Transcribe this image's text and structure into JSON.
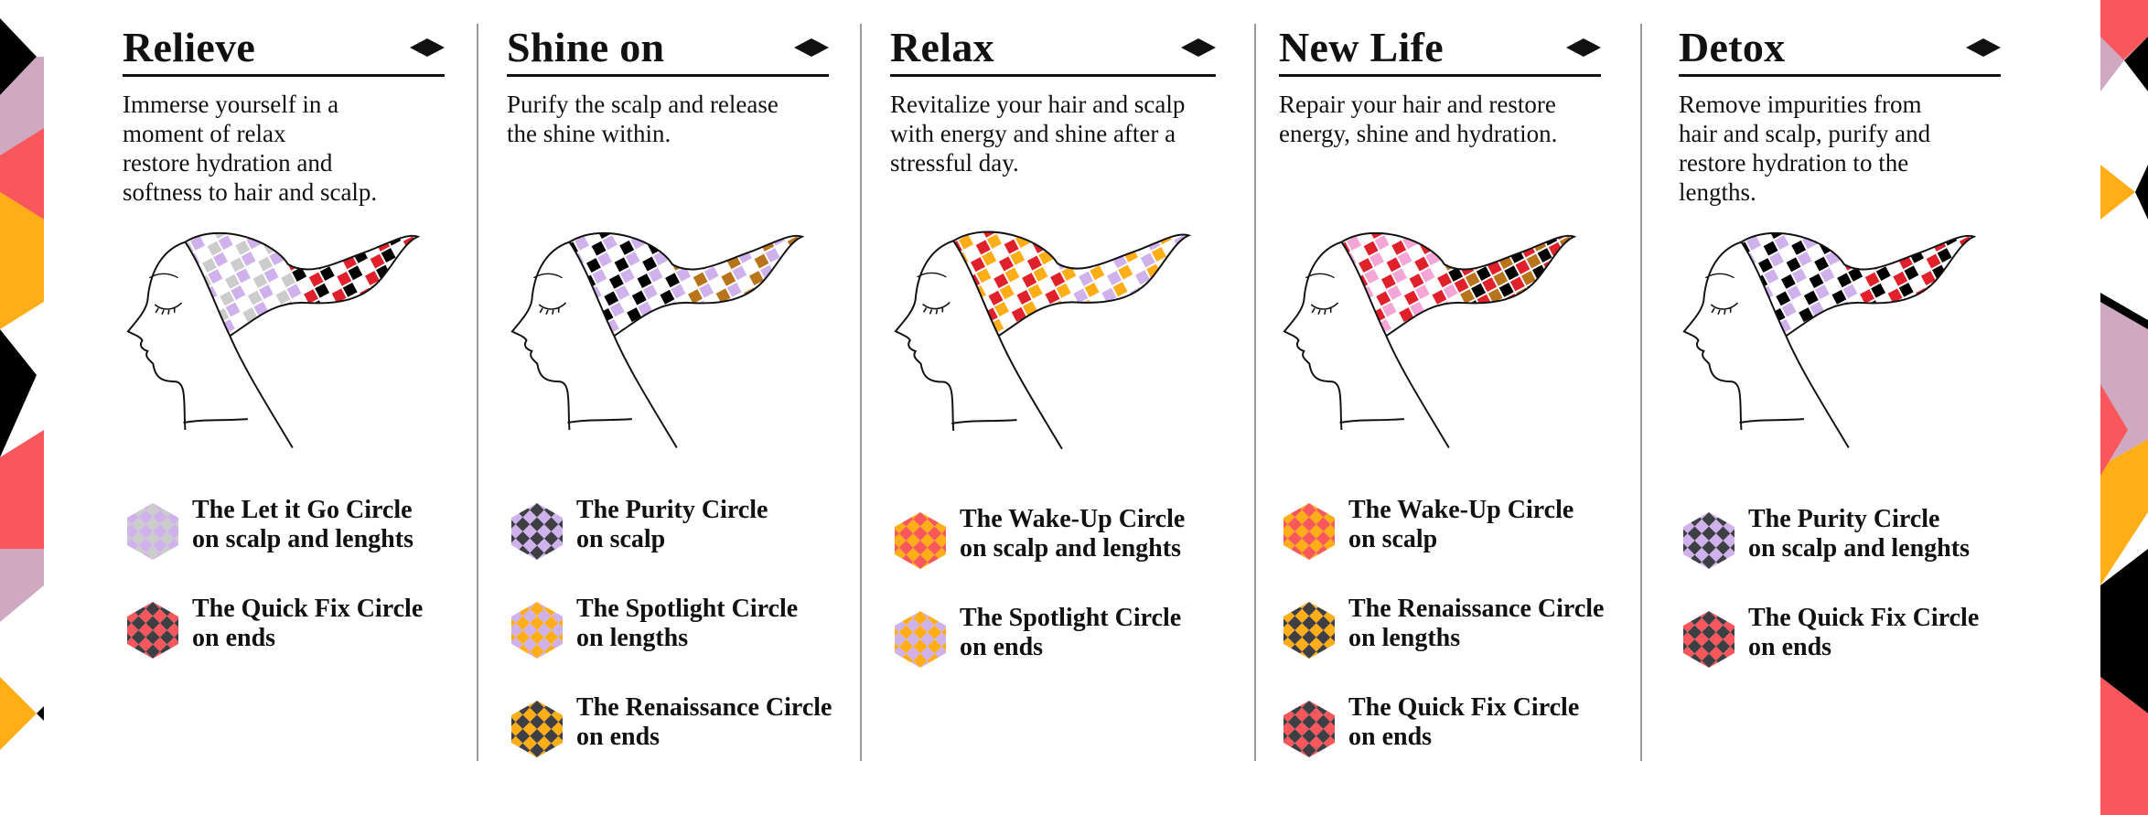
{
  "colors": {
    "pink": "#cfa9c2",
    "coral": "#f9575c",
    "orange": "#ffae17",
    "black": "#000000",
    "grey_check": "#cccccc",
    "lavender_check": "#cfb1ec",
    "dark_check": "#3e3e45",
    "red_check": "#e0202a",
    "brown_check": "#b7741a"
  },
  "columns": [
    {
      "title": "Relieve",
      "description": "Immerse yourself in a\nmoment of relax\nrestore hydration and\nsoftness to hair and scalp.",
      "products": [
        {
          "name": "The Let it Go Circle",
          "use": "on scalp and lenghts",
          "icon": "let-it-go-circle-icon"
        },
        {
          "name": "The Quick Fix Circle",
          "use": "on ends",
          "icon": "quick-fix-circle-icon"
        }
      ]
    },
    {
      "title": "Shine on",
      "description": "Purify the scalp and release\nthe shine within.",
      "products": [
        {
          "name": "The Purity Circle",
          "use": "on scalp",
          "icon": "purity-circle-icon"
        },
        {
          "name": "The Spotlight Circle",
          "use": "on lengths",
          "icon": "spotlight-circle-icon"
        },
        {
          "name": "The Renaissance Circle",
          "use": "on ends",
          "icon": "renaissance-circle-icon"
        }
      ]
    },
    {
      "title": "Relax",
      "description": "Revitalize your hair and scalp\nwith energy and shine after a\nstressful day.",
      "products": [
        {
          "name": "The Wake-Up Circle",
          "use": "on scalp and lenghts",
          "icon": "wake-up-circle-icon"
        },
        {
          "name": "The Spotlight Circle",
          "use": "on ends",
          "icon": "spotlight-circle-icon"
        }
      ]
    },
    {
      "title": "New Life",
      "description": "Repair your hair and restore\nenergy, shine and hydration.",
      "products": [
        {
          "name": "The Wake-Up Circle",
          "use": "on scalp",
          "icon": "wake-up-circle-icon"
        },
        {
          "name": "The Renaissance Circle",
          "use": "on lengths",
          "icon": "renaissance-circle-icon"
        },
        {
          "name": "The Quick Fix Circle",
          "use": "on ends",
          "icon": "quick-fix-circle-icon"
        }
      ]
    },
    {
      "title": "Detox",
      "description": "Remove  impurities from\nhair and scalp, purify and\nrestore hydration to the\nlengths.",
      "products": [
        {
          "name": "The Purity Circle",
          "use": "on scalp and lenghts",
          "icon": "purity-circle-icon"
        },
        {
          "name": "The Quick Fix Circle",
          "use": "on ends",
          "icon": "quick-fix-circle-icon"
        }
      ]
    }
  ]
}
